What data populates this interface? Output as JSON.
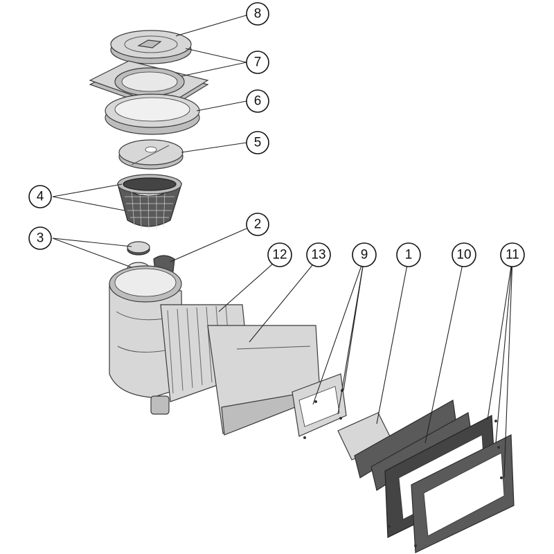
{
  "callouts": [
    {
      "label": "8"
    },
    {
      "label": "7"
    },
    {
      "label": "6"
    },
    {
      "label": "5"
    },
    {
      "label": "4"
    },
    {
      "label": "3"
    },
    {
      "label": "2"
    },
    {
      "label": "12"
    },
    {
      "label": "13"
    },
    {
      "label": "9"
    },
    {
      "label": "1"
    },
    {
      "label": "10"
    },
    {
      "label": "11"
    }
  ]
}
